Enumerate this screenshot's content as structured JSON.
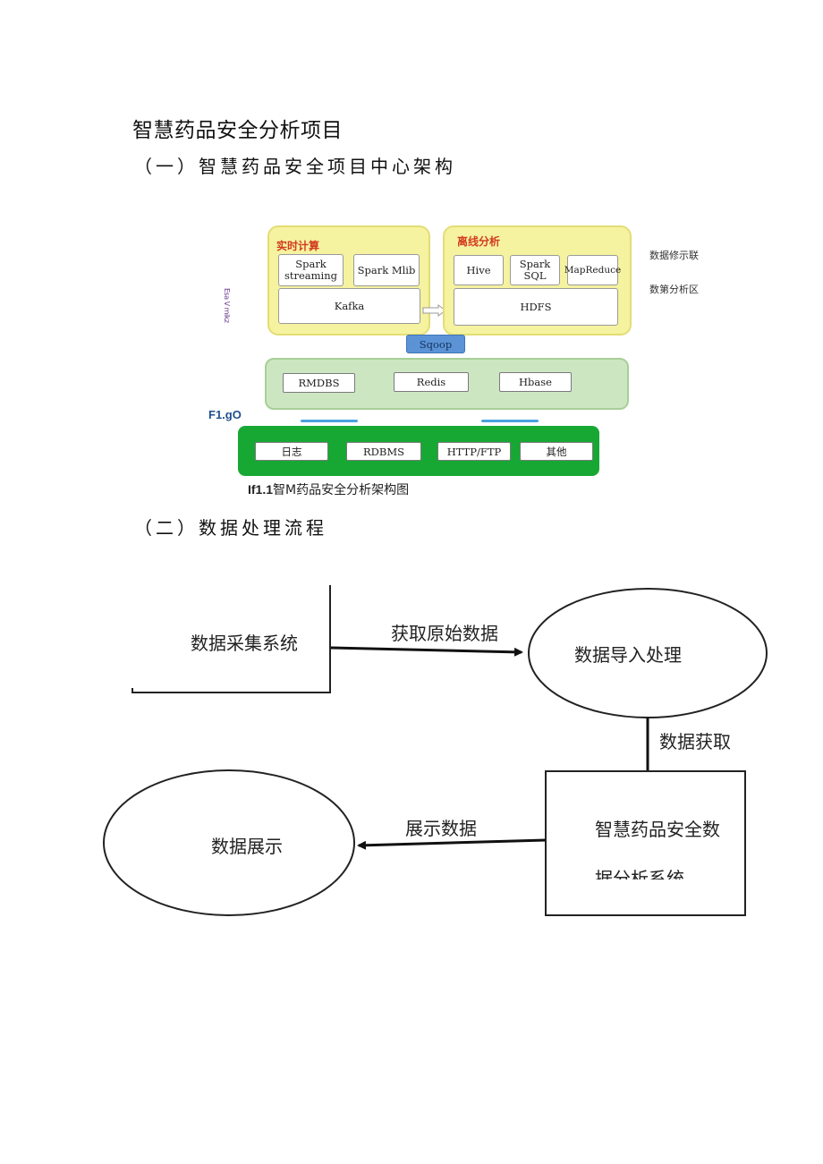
{
  "document": {
    "title": "智慧药品安全分析项目",
    "section1": "（一）智慧药品安全项目中心架构",
    "section2": "（二）数据处理流程"
  },
  "architecture": {
    "realtime_title": "实时计算",
    "offline_title": "离线分析",
    "spark_streaming": "Spark streaming",
    "spark_mlib": "Spark Mlib",
    "kafka": "Kafka",
    "hive": "Hive",
    "spark_sql": "Spark SQL",
    "mapreduce": "MapReduce",
    "hdfs": "HDFS",
    "sqoop": "Sqoop",
    "storage": [
      "RMDBS",
      "Redis",
      "Hbase"
    ],
    "sources": [
      "日志",
      "RDBMS",
      "HTTP/FTP",
      "其他"
    ],
    "side_note_1": "数据修示联",
    "side_note_2": "数第分析区",
    "vertical_note": "Esa V mikz",
    "fig_label": "F1.gO",
    "caption_prefix": "If1.1",
    "caption_text": "智M药品安全分析架构图"
  },
  "flow": {
    "collect": "数据采集系统",
    "get_raw": "获取原始数据",
    "import": "数据导入处理",
    "data_get": "数据获取",
    "analysis_line1": "智慧药品安全数",
    "analysis_line2": "据分析系统",
    "show_data": "展示数据",
    "display": "数据展示"
  }
}
